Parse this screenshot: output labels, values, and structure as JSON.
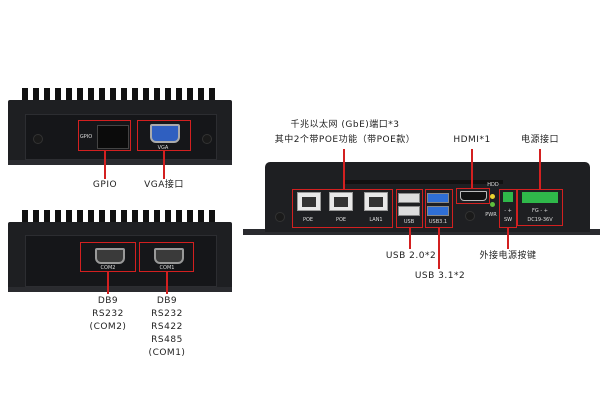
{
  "top_left_device": {
    "ports": {
      "gpio": "GPIO",
      "vga": "VGA"
    },
    "callouts": {
      "gpio": "GPIO",
      "vga": "VGA接口"
    }
  },
  "bottom_left_device": {
    "ports": {
      "com2": "COM2",
      "com1": "COM1"
    },
    "callouts": {
      "com2": [
        "DB9",
        "RS232",
        "(COM2)"
      ],
      "com1": [
        "DB9",
        "RS232",
        "RS422",
        "RS485",
        "(COM1)"
      ]
    }
  },
  "right_device": {
    "ports": {
      "poe1": "POE",
      "poe2": "POE",
      "lan1": "LAN1",
      "usb": "USB",
      "usb31": "USB3.1",
      "hdd": "HDD",
      "pwr": "PWR",
      "sw": "SW",
      "sw_polarity": "- +",
      "power_polarity": "FG  -  +",
      "power_range": "DC19-36V"
    },
    "callouts": {
      "lan_line1": "千兆以太网 (GbE)端口*3",
      "lan_line2": "其中2个带POE功能（带POE款）",
      "hdmi": "HDMI*1",
      "power": "电源接口",
      "usb20": "USB 2.0*2",
      "usb31": "USB 3.1*2",
      "sw": "外接电源按键"
    }
  },
  "colors": {
    "callout": "#d32020",
    "chassis": "#1e1f22",
    "vga": "#2f5fc0",
    "usb3": "#2f6fd6",
    "terminal": "#2fb84a"
  }
}
